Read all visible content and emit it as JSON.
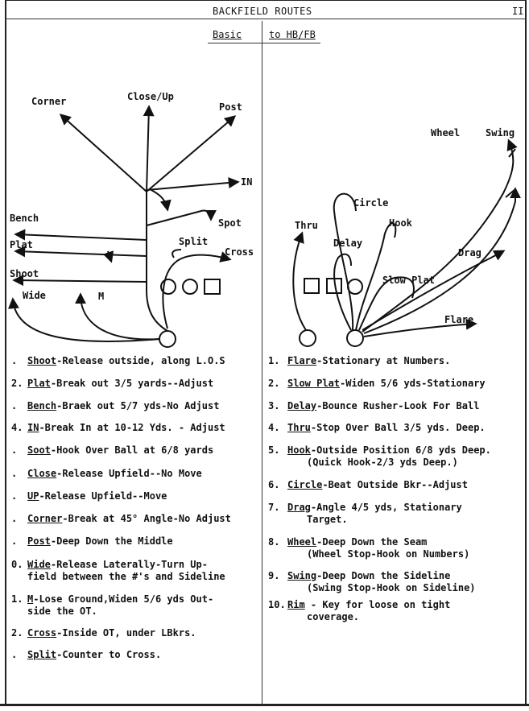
{
  "header": {
    "title": "BACKFIELD ROUTES",
    "page_num": "II",
    "subtitle_left": "Basic",
    "subtitle_right": "to HB/FB"
  },
  "left_labels": {
    "corner": "Corner",
    "close_up": "Close/Up",
    "post": "Post",
    "in": "IN",
    "bench": "Bench",
    "spot": "Spot",
    "plat": "Plat",
    "split": "Split",
    "cross": "Cross",
    "shoot": "Shoot",
    "wide": "Wide",
    "m": "M"
  },
  "right_labels": {
    "wheel": "Wheel",
    "swing": "Swing",
    "circle": "Circle",
    "thru": "Thru",
    "hook": "Hook",
    "delay": "Delay",
    "drag": "Drag",
    "slow_plat": "Slow Plat",
    "flare": "Flare"
  },
  "left_defs": [
    {
      "num": ".",
      "name": "Shoot",
      "text": "-Release outside, along L.O.S",
      "cont": ""
    },
    {
      "num": "2.",
      "name": "Plat",
      "text": "-Break out 3/5 yards--Adjust",
      "cont": ""
    },
    {
      "num": ".",
      "name": "Bench",
      "text": "-Braek out 5/7 yds-No Adjust",
      "cont": ""
    },
    {
      "num": "4.",
      "name": "IN",
      "text": "-Break In at 10-12 Yds. - Adjust",
      "cont": ""
    },
    {
      "num": ".",
      "name": "Soot",
      "text": "-Hook Over Ball at 6/8 yards",
      "cont": ""
    },
    {
      "num": ".",
      "name": "Close",
      "text": "-Release Upfield--No Move",
      "cont": ""
    },
    {
      "num": ".",
      "name": "UP",
      "text": "-Release Upfield--Move",
      "cont": ""
    },
    {
      "num": ".",
      "name": "Corner",
      "text": "-Break at 45° Angle-No Adjust",
      "cont": ""
    },
    {
      "num": ".",
      "name": "Post",
      "text": "-Deep Down the Middle",
      "cont": ""
    },
    {
      "num": "0.",
      "name": "Wide",
      "text": "-Release Laterally-Turn Up-",
      "cont": "field between the #'s and Sideline"
    },
    {
      "num": "1.",
      "name": "M",
      "text": "-Lose Ground,Widen 5/6 yds Out-",
      "cont": "side the OT."
    },
    {
      "num": "2.",
      "name": "Cross",
      "text": "-Inside OT, under LBkrs.",
      "cont": ""
    },
    {
      "num": ".",
      "name": "Split",
      "text": "-Counter to Cross.",
      "cont": ""
    }
  ],
  "right_defs": [
    {
      "num": "1.",
      "name": "Flare",
      "text": "-Stationary at Numbers.",
      "cont": ""
    },
    {
      "num": "2.",
      "name": "Slow Plat",
      "text": "-Widen 5/6 yds-Stationary",
      "cont": ""
    },
    {
      "num": "3.",
      "name": "Delay",
      "text": "-Bounce Rusher-Look For Ball",
      "cont": ""
    },
    {
      "num": "4.",
      "name": "Thru",
      "text": "-Stop Over Ball 3/5 yds. Deep.",
      "cont": ""
    },
    {
      "num": "5.",
      "name": "Hook",
      "text": "-Outside Position 6/8 yds Deep.",
      "cont": "(Quick Hook-2/3 yds Deep.)"
    },
    {
      "num": "6.",
      "name": "Circle",
      "text": "-Beat Outside Bkr--Adjust",
      "cont": ""
    },
    {
      "num": "7.",
      "name": "Drag",
      "text": "-Angle 4/5 yds, Stationary",
      "cont": "Target."
    },
    {
      "num": "8.",
      "name": "Wheel",
      "text": "-Deep Down the Seam",
      "cont": "(Wheel Stop-Hook on Numbers)"
    },
    {
      "num": "9.",
      "name": "Swing",
      "text": "-Deep Down the Sideline",
      "cont": "(Swing Stop-Hook on Sideline)"
    },
    {
      "num": "10.",
      "name": "Rim",
      "text": " - Key for loose on tight",
      "cont": "coverage."
    }
  ]
}
